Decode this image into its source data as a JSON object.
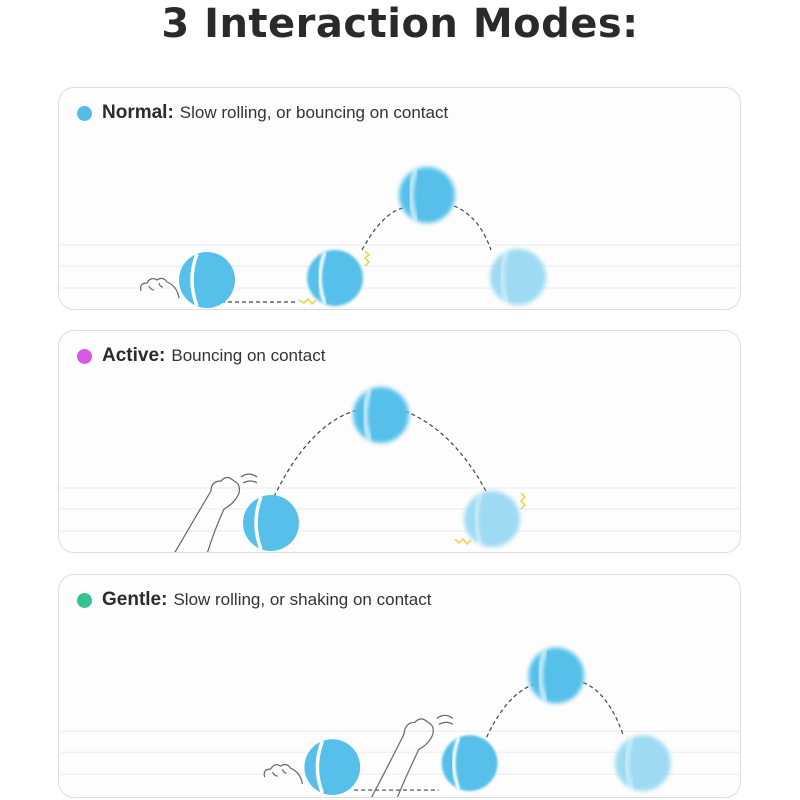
{
  "title": "3 Interaction Modes:",
  "colors": {
    "ball": "#56c0ea",
    "ball_faded": "#9fdaf3",
    "normal_dot": "#55bbea",
    "active_dot": "#d958e8",
    "gentle_dot": "#35c38f",
    "spark": "#f3d142"
  },
  "modes": [
    {
      "name": "Normal:",
      "description": "Slow rolling, or bouncing on contact"
    },
    {
      "name": "Active:",
      "description": "Bouncing on contact"
    },
    {
      "name": "Gentle:",
      "description": "Slow rolling, or shaking on contact"
    }
  ],
  "icons": [
    "ball-icon",
    "cat-paw-icon",
    "bounce-path-icon",
    "spark-icon"
  ]
}
